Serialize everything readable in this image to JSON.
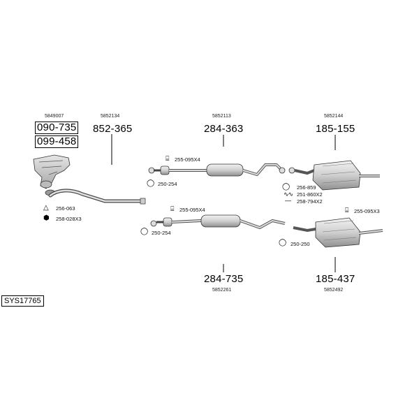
{
  "system_code": "SYS17765",
  "sections": [
    {
      "oem": "5849007",
      "part_numbers": [
        "090-735",
        "099-458"
      ],
      "accessories": [
        {
          "code": "256-063",
          "icon": "gasket-icon"
        },
        {
          "code": "258-028X3",
          "icon": "nut-icon"
        }
      ]
    },
    {
      "oem": "5852134",
      "part_numbers": [
        "852-365"
      ],
      "accessories": []
    },
    {
      "oem": "5852113",
      "part_numbers": [
        "284-363"
      ],
      "accessories": [
        {
          "code": "255-095X4",
          "icon": "clamp-icon"
        },
        {
          "code": "250-254",
          "icon": "ring-icon"
        }
      ]
    },
    {
      "oem": "5852144",
      "part_numbers": [
        "185-155"
      ],
      "accessories": [
        {
          "code": "256-859",
          "icon": "gasket-icon"
        },
        {
          "code": "251-860X2",
          "icon": "spring-icon"
        },
        {
          "code": "258-794X2",
          "icon": "bolt-icon"
        }
      ]
    },
    {
      "oem": "5852261",
      "part_numbers": [
        "284-735"
      ],
      "accessories": [
        {
          "code": "255-095X4",
          "icon": "clamp-icon"
        },
        {
          "code": "250-254",
          "icon": "ring-icon"
        }
      ]
    },
    {
      "oem": "5852492",
      "part_numbers": [
        "185-437"
      ],
      "accessories": [
        {
          "code": "255-095X3",
          "icon": "clamp-icon"
        },
        {
          "code": "250-250",
          "icon": "ring-icon"
        }
      ]
    }
  ]
}
